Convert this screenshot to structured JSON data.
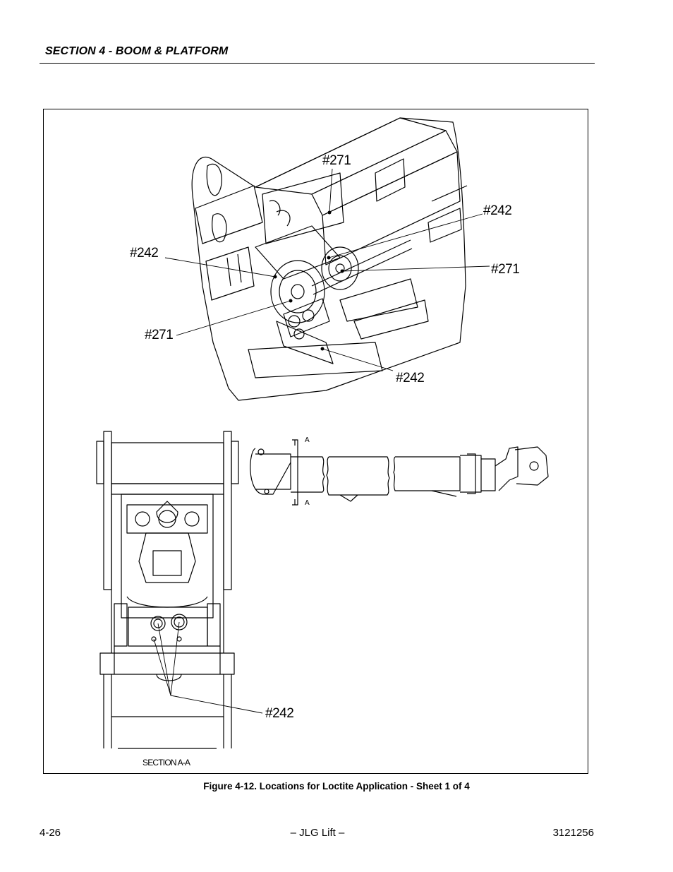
{
  "header": {
    "section_title": "SECTION 4 - BOOM & PLATFORM"
  },
  "figure": {
    "callouts": {
      "c1": "#271",
      "c2": "#242",
      "c3": "#242",
      "c4": "#271",
      "c5": "#271",
      "c6": "#242",
      "c7": "#242"
    },
    "section_marks": {
      "top": "A",
      "bottom": "A"
    },
    "section_label": "SECTION A-A",
    "caption": "Figure 4-12.  Locations for Loctite Application - Sheet 1 of 4"
  },
  "footer": {
    "page_number": "4-26",
    "center_text": "– JLG Lift –",
    "doc_number": "3121256"
  }
}
